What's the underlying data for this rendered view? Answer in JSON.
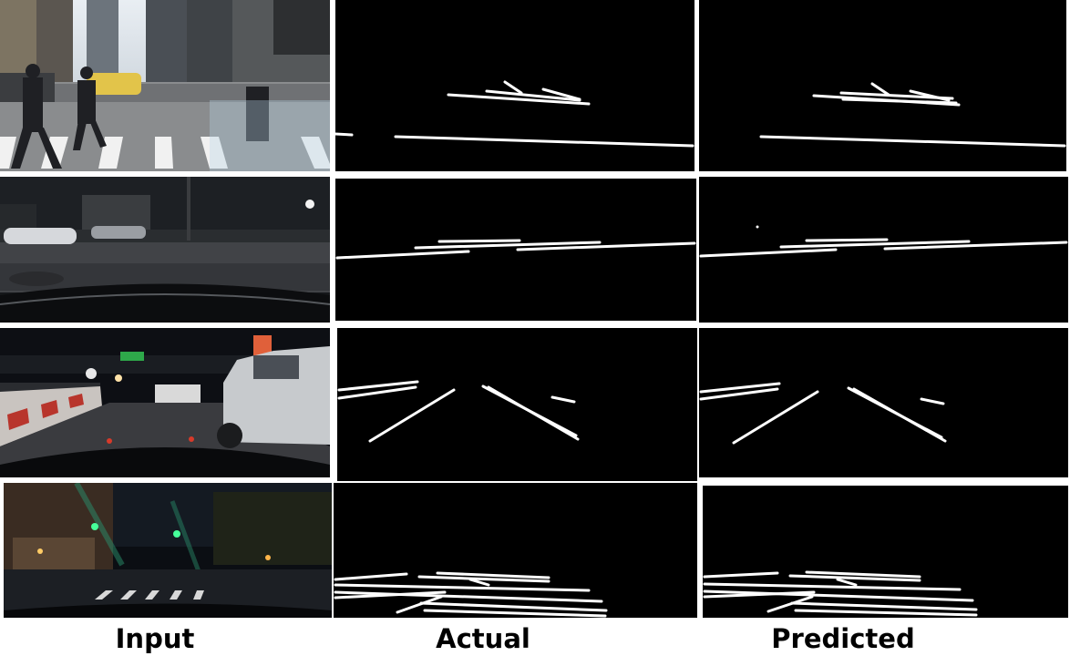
{
  "column_labels": {
    "input": "Input",
    "actual": "Actual",
    "predicted": "Predicted"
  },
  "colors": {
    "background": "#ffffff",
    "mask_background": "#000000",
    "lane_line": "#ffffff",
    "label_text": "#000000"
  },
  "rows": [
    {
      "scene": "daytime city crosswalk with pedestrians",
      "input_icon": "street-photo"
    },
    {
      "scene": "night street through windshield",
      "input_icon": "street-photo"
    },
    {
      "scene": "night highway with pickup truck",
      "input_icon": "street-photo"
    },
    {
      "scene": "night intersection with green traffic lights",
      "input_icon": "street-photo"
    }
  ]
}
